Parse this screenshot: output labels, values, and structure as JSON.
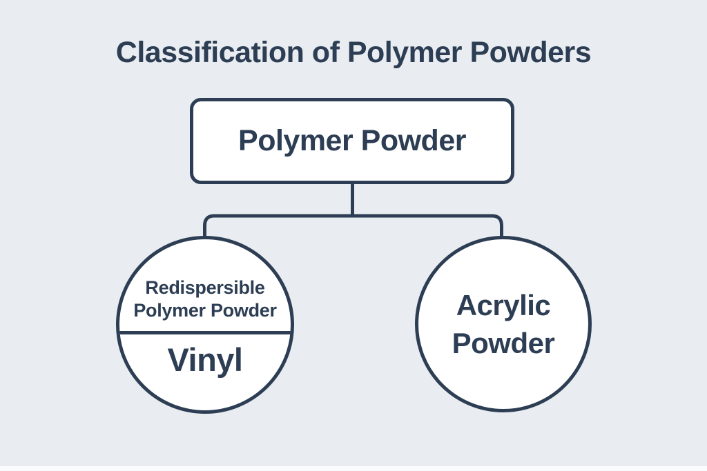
{
  "title": "Classification of Polymer Powders",
  "colors": {
    "background": "#e9edf1",
    "ink": "#2d3e54",
    "node_fill": "#ffffff"
  },
  "nodes": {
    "root": {
      "label": "Polymer Powder"
    },
    "left": {
      "top_label": "Redispersible Polymer Powder",
      "bottom_label": "Vinyl"
    },
    "right": {
      "label": "Acrylic Powder"
    }
  }
}
